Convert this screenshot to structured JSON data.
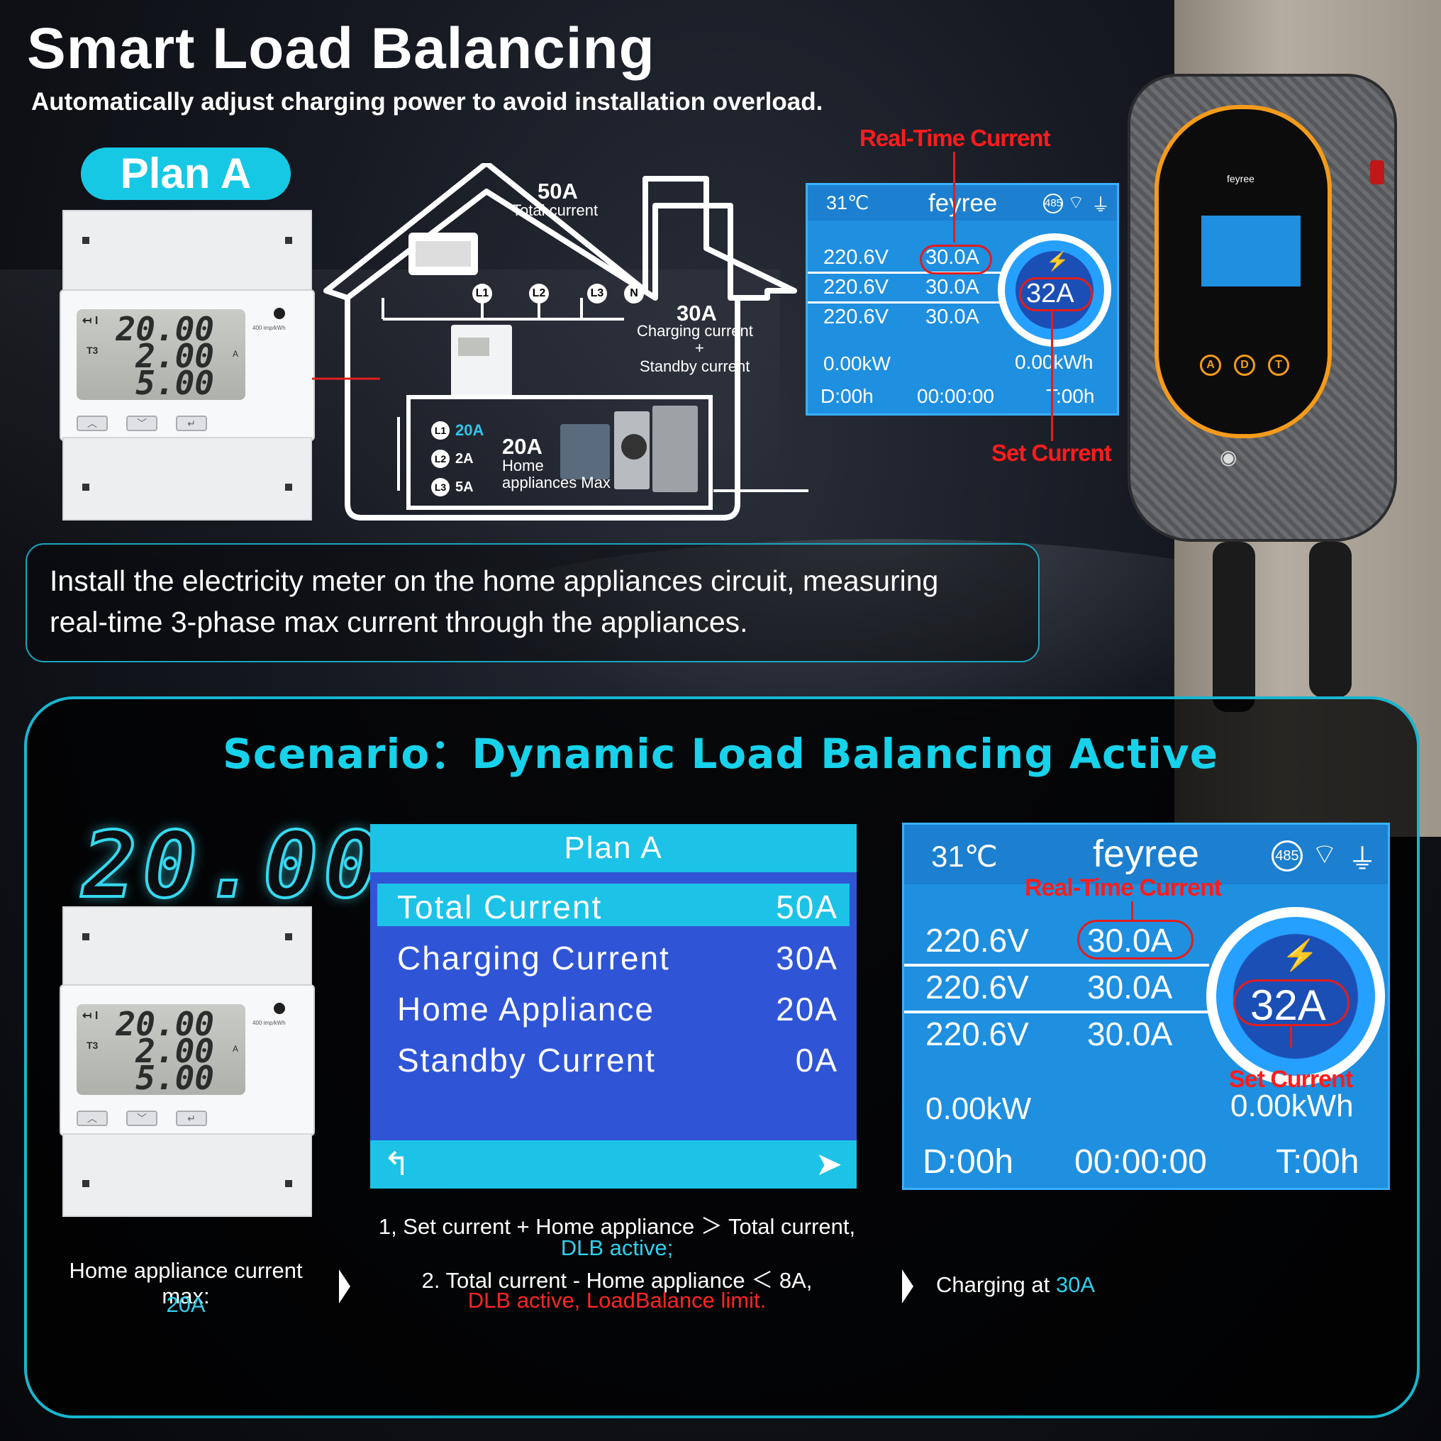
{
  "header": {
    "title": "Smart Load Balancing",
    "subtitle": "Automatically adjust charging power to avoid installation overload."
  },
  "plan_badge": "Plan A",
  "meter": {
    "line1": "20.00",
    "line2": "2.00",
    "line3": "5.00",
    "tag": "T3",
    "spec": "400 imp/kWh"
  },
  "diagram": {
    "total_value": "50A",
    "total_label": "Total current",
    "phases": [
      "L1",
      "L2",
      "L3",
      "N"
    ],
    "charging_value": "30A",
    "charging_label": "Charging current",
    "plus": "+",
    "standby_label": "Standby current",
    "appliance_phases": [
      {
        "phase": "L1",
        "value": "20A"
      },
      {
        "phase": "L2",
        "value": "2A"
      },
      {
        "phase": "L3",
        "value": "5A"
      }
    ],
    "appliance_value": "20A",
    "appliance_label_1": "Home",
    "appliance_label_2": "appliances Max"
  },
  "display_small": {
    "temp": "31℃",
    "brand": "feyree",
    "icons": [
      "485-icon",
      "wifi-icon",
      "ground-icon"
    ],
    "rows": [
      {
        "volt": "220.6V",
        "amp": "30.0A"
      },
      {
        "volt": "220.6V",
        "amp": "30.0A"
      },
      {
        "volt": "220.6V",
        "amp": "30.0A"
      }
    ],
    "set_current": "32A",
    "power": "0.00kW",
    "energy": "0.00kWh",
    "d": "D:00h",
    "time": "00:00:00",
    "t": "T:00h",
    "label_realtime": "Real-Time Current",
    "label_set": "Set Current"
  },
  "charger": {
    "brand": "feyree",
    "buttons": [
      "A",
      "D",
      "T"
    ]
  },
  "info": {
    "line1": "Install the electricity meter on the home appliances circuit, measuring",
    "line2": "real-time 3-phase max current through the appliances."
  },
  "scenario": {
    "title": "Scenario：Dynamic Load Balancing Active",
    "big_reading": "20.00",
    "table_title": "Plan A",
    "table_rows": [
      {
        "label": "Total Current",
        "value": "50A"
      },
      {
        "label": "Charging Current",
        "value": "30A"
      },
      {
        "label": "Home Appliance",
        "value": "20A"
      },
      {
        "label": "Standby Current",
        "value": "0A"
      }
    ],
    "caption_left_1": "Home appliance current max:",
    "caption_left_2": "20A",
    "caption_mid_1": "1, Set current + Home appliance ＞ Total current,",
    "caption_mid_2": "DLB active;",
    "caption_mid_3": "2. Total current - Home appliance ＜ 8A,",
    "caption_mid_4": "DLB active, LoadBalance limit.",
    "caption_right_1": "Charging at ",
    "caption_right_2": "30A"
  },
  "colors": {
    "accent_cyan": "#17c8e5",
    "alert_red": "#ff1c1c",
    "display_blue": "#1f8fe0",
    "table_blue": "#2f55d6",
    "charger_orange": "#f49b1b"
  }
}
